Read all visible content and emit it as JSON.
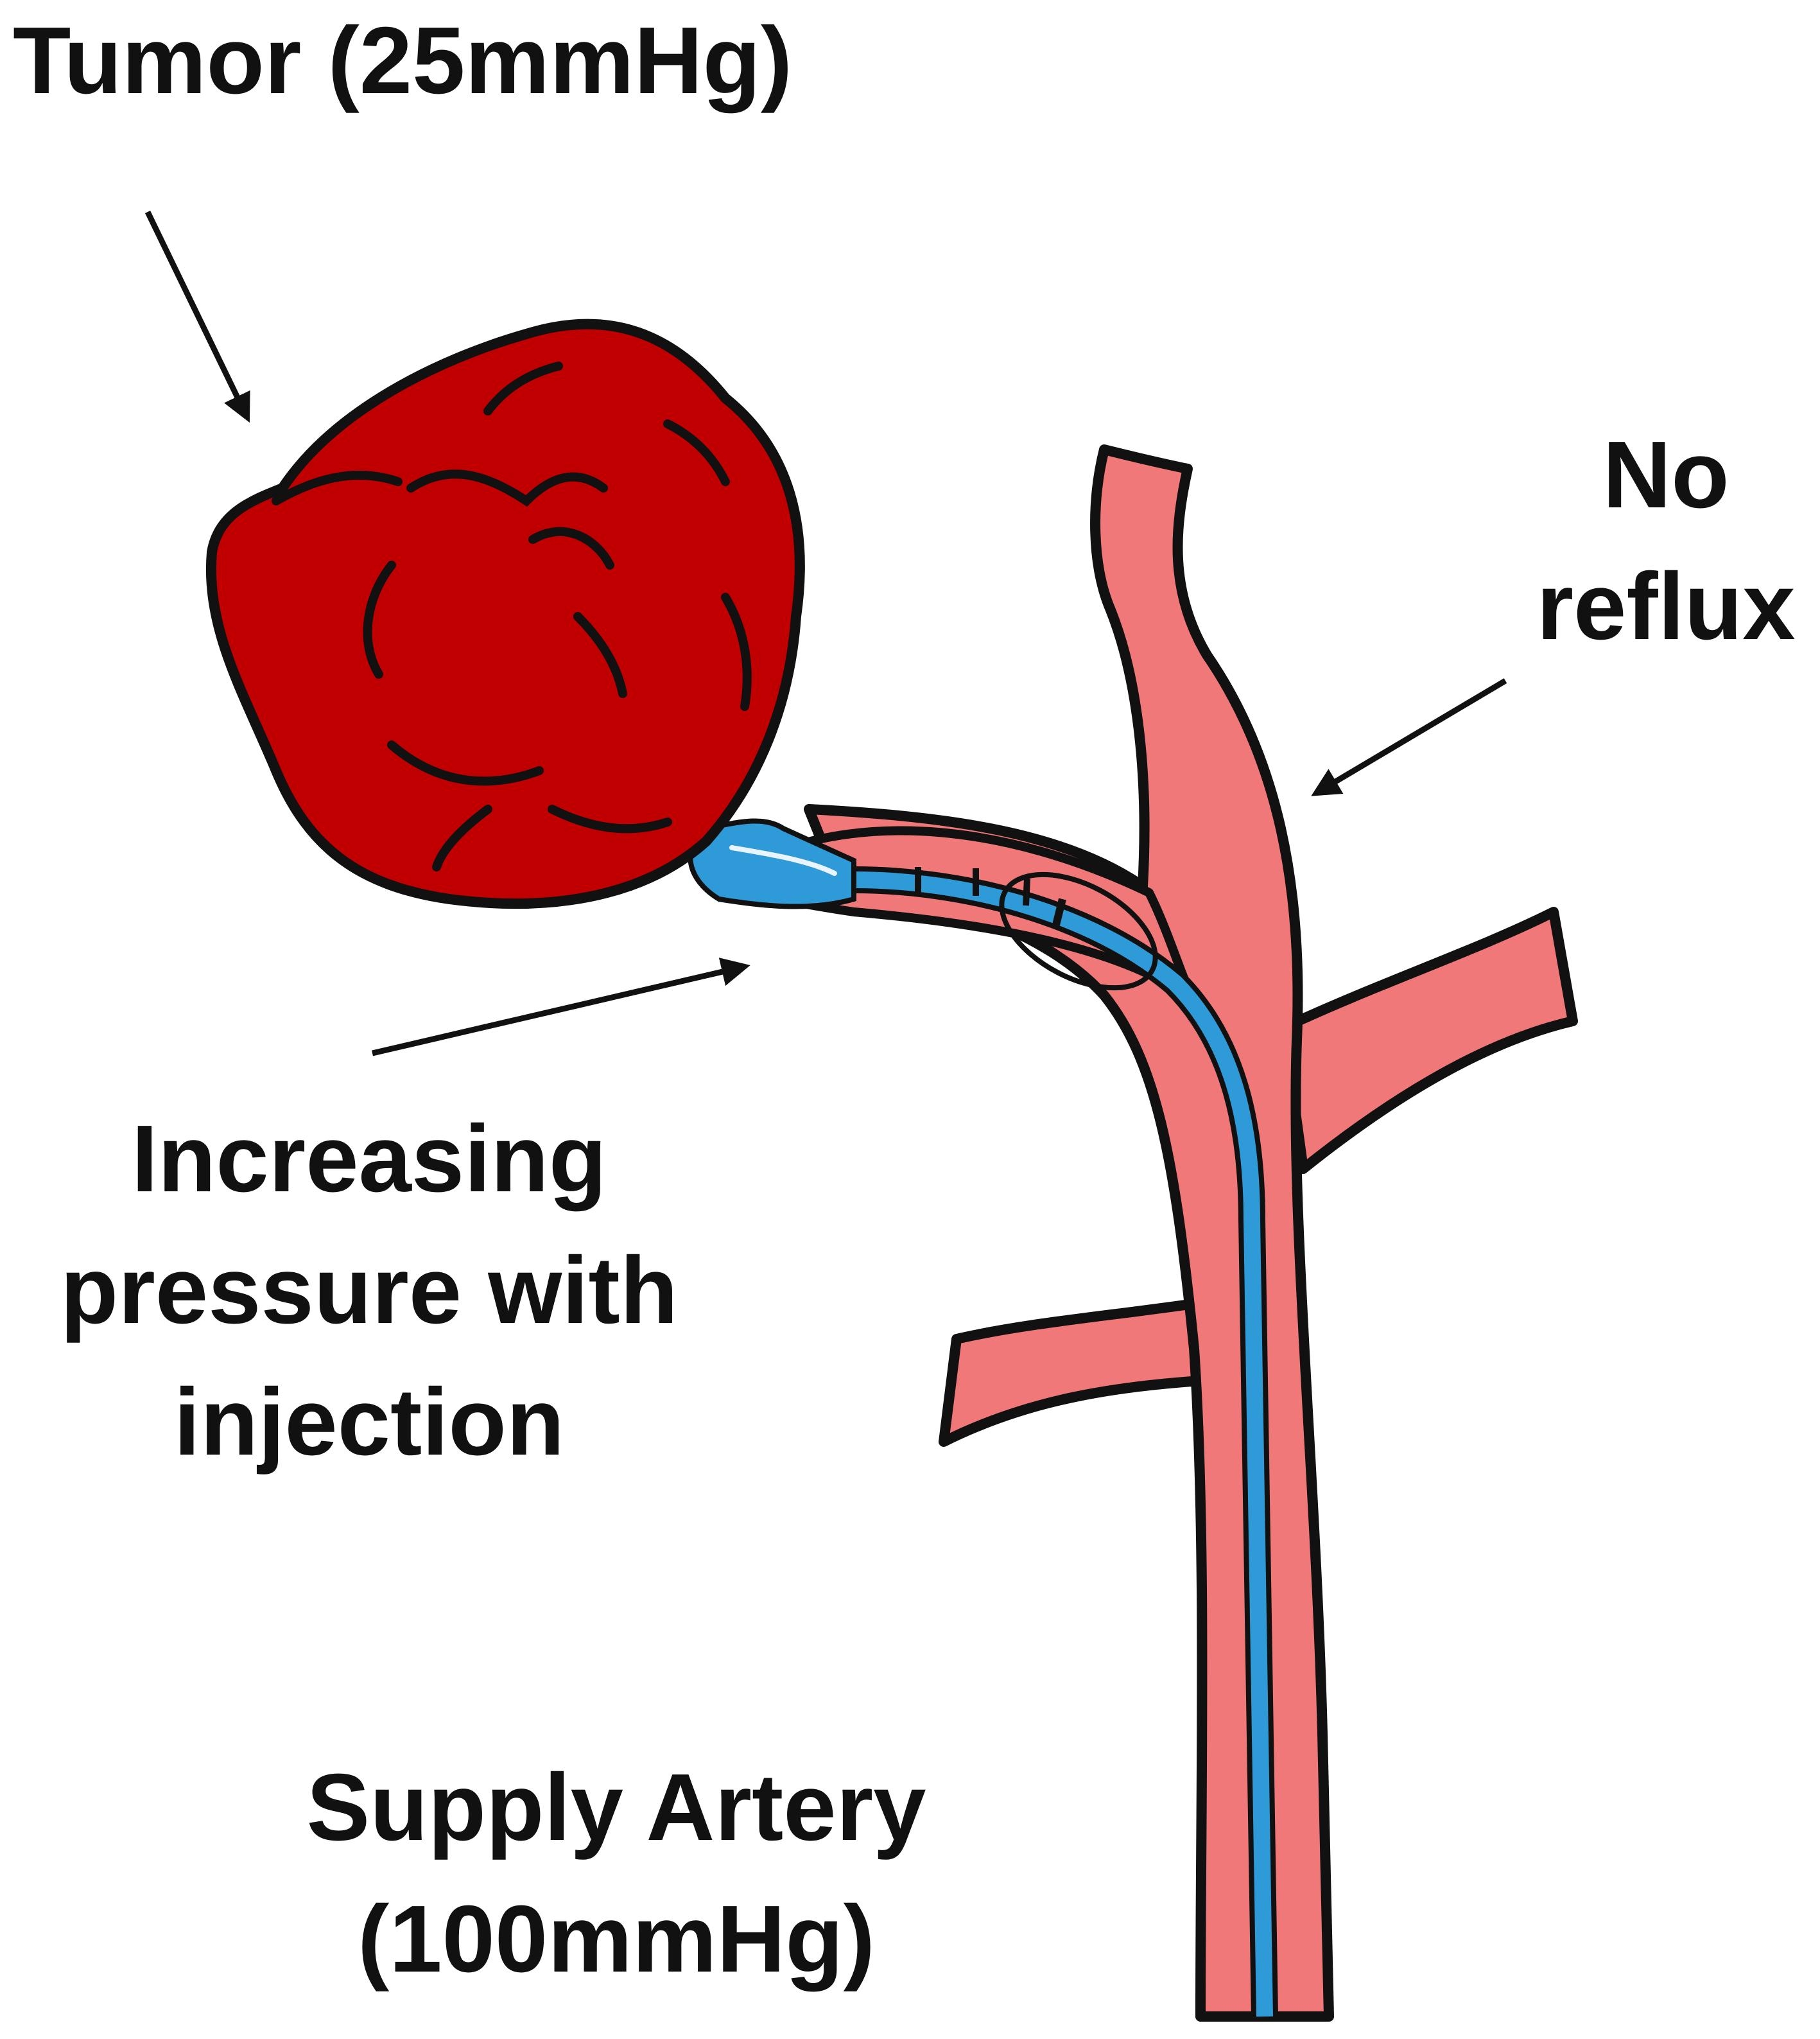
{
  "labels": {
    "tumor": "Tumor  (25mmHg)",
    "no_reflux_line1": "No",
    "no_reflux_line2": "reflux",
    "pressure_line1": "Increasing",
    "pressure_line2": "pressure with",
    "pressure_line3": "injection",
    "artery_line1": "Supply Artery",
    "artery_line2": "(100mmHg)"
  },
  "colors": {
    "tumor_fill": "#c00000",
    "artery_fill": "#f07878",
    "catheter": "#2e9ad8",
    "outline": "#111111"
  },
  "icons": [
    "arrow-icon"
  ]
}
